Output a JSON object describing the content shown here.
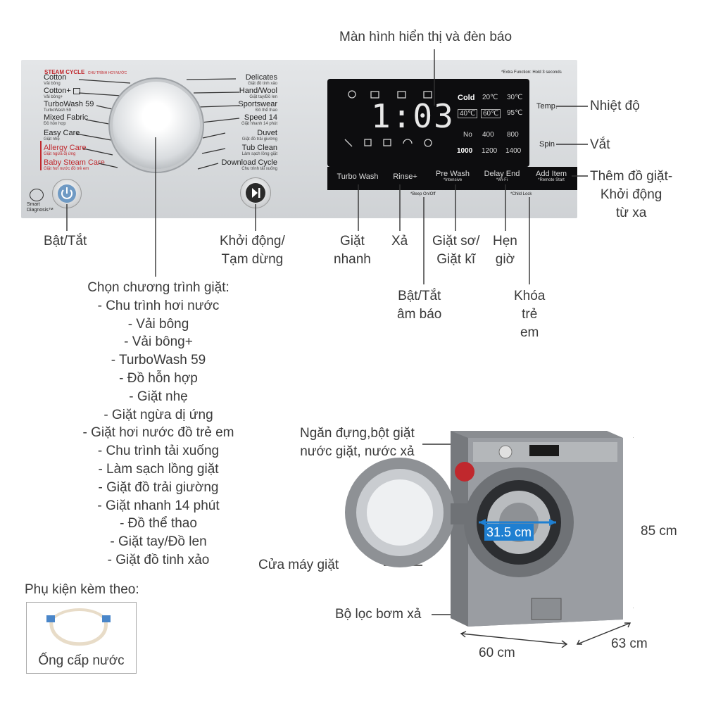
{
  "panel": {
    "steam_cycle_title": "STEAM CYCLE",
    "steam_cycle_sub": "CHU TRÌNH HƠI NƯỚC",
    "programs_left": [
      {
        "name": "Cotton",
        "sub": "Vải bông",
        "red": false
      },
      {
        "name": "Cotton+",
        "sub": "Vải bông+",
        "red": false
      },
      {
        "name": "TurboWash 59",
        "sub": "TurboWash 59",
        "red": false
      },
      {
        "name": "Mixed Fabric",
        "sub": "Đồ hỗn hợp",
        "red": false
      },
      {
        "name": "Easy Care",
        "sub": "Giặt nhẹ",
        "red": false
      },
      {
        "name": "Allergy Care",
        "sub": "Giặt ngừa dị ứng",
        "red": true
      },
      {
        "name": "Baby Steam Care",
        "sub": "Giặt hơi nước đồ trẻ em",
        "red": true
      }
    ],
    "programs_right": [
      {
        "name": "Delicates",
        "sub": "Giặt đồ tinh xảo"
      },
      {
        "name": "Hand/Wool",
        "sub": "Giặt tay/Đồ len"
      },
      {
        "name": "Sportswear",
        "sub": "Đồ thể thao"
      },
      {
        "name": "Speed 14",
        "sub": "Giặt nhanh 14 phút"
      },
      {
        "name": "Duvet",
        "sub": "Giặt đồ trải giường"
      },
      {
        "name": "Tub Clean",
        "sub": "Làm sạch lồng giặt"
      },
      {
        "name": "Download Cycle",
        "sub": "Chu trình tải xuống"
      }
    ],
    "smart_diagnosis": "Smart Diagnosis™",
    "extra_function": "*Extra Function: Hold 3 seconds",
    "display": {
      "time": "1:03",
      "temp_values": [
        "Cold",
        "20℃",
        "30℃",
        "40℃",
        "60℃",
        "95℃"
      ],
      "spin_values": [
        "No",
        "400",
        "800",
        "1000",
        "1200",
        "1400"
      ]
    },
    "buttons": [
      {
        "label": "Turbo Wash",
        "sub": ""
      },
      {
        "label": "Rinse+",
        "sub": ""
      },
      {
        "label": "Pre Wash",
        "sub": "*Intensive"
      },
      {
        "label": "Delay End",
        "sub": "*Wi-Fi"
      },
      {
        "label": "Add Item",
        "sub": "*Remote Start"
      }
    ],
    "temp_button": "Temp.",
    "spin_button": "Spin",
    "beep_note": "*Beep On/Off",
    "child_lock_note": "*Child Lock"
  },
  "annotations": {
    "display": "Màn hình hiển thị và đèn báo",
    "temp": "Nhiệt độ",
    "spin": "Vắt",
    "add_item_1": "Thêm đồ giặt-",
    "add_item_2": "Khởi động",
    "add_item_3": "từ xa",
    "power": "Bật/Tắt",
    "start_1": "Khởi động/",
    "start_2": "Tạm dừng",
    "turbo_1": "Giặt",
    "turbo_2": "nhanh",
    "rinse": "Xả",
    "prewash_1": "Giặt sơ/",
    "prewash_2": "Giặt kĩ",
    "delay_1": "Hẹn",
    "delay_2": "giờ",
    "beep_1": "Bật/Tắt",
    "beep_2": "âm báo",
    "child_1": "Khóa",
    "child_2": "trẻ",
    "child_3": "em"
  },
  "program_list": [
    "Chọn chương trình giặt:",
    "- Chu trình hơi nước",
    "- Vải bông",
    "- Vải bông+",
    "- TurboWash 59",
    "- Đồ hỗn hợp",
    "- Giặt nhẹ",
    "- Giặt ngừa dị ứng",
    "- Giặt hơi nước đồ trẻ em",
    "- Chu trình tải xuống",
    "- Làm sạch lồng giặt",
    "- Giặt đồ trải giường",
    "- Giặt nhanh 14 phút",
    "- Đồ thể thao",
    "- Giặt tay/Đồ len",
    "- Giặt đồ tinh xảo"
  ],
  "accessory": {
    "title": "Phụ kiện kèm theo:",
    "name": "Ống cấp nước"
  },
  "machine": {
    "detergent": "Ngăn đựng,bột giặt",
    "detergent_2": "nước giặt, nước xả",
    "door": "Cửa máy giặt",
    "filter": "Bộ lọc bơm xả",
    "drum_diameter": "31.5 cm",
    "height": "85 cm",
    "width": "60 cm",
    "depth": "63 cm"
  }
}
